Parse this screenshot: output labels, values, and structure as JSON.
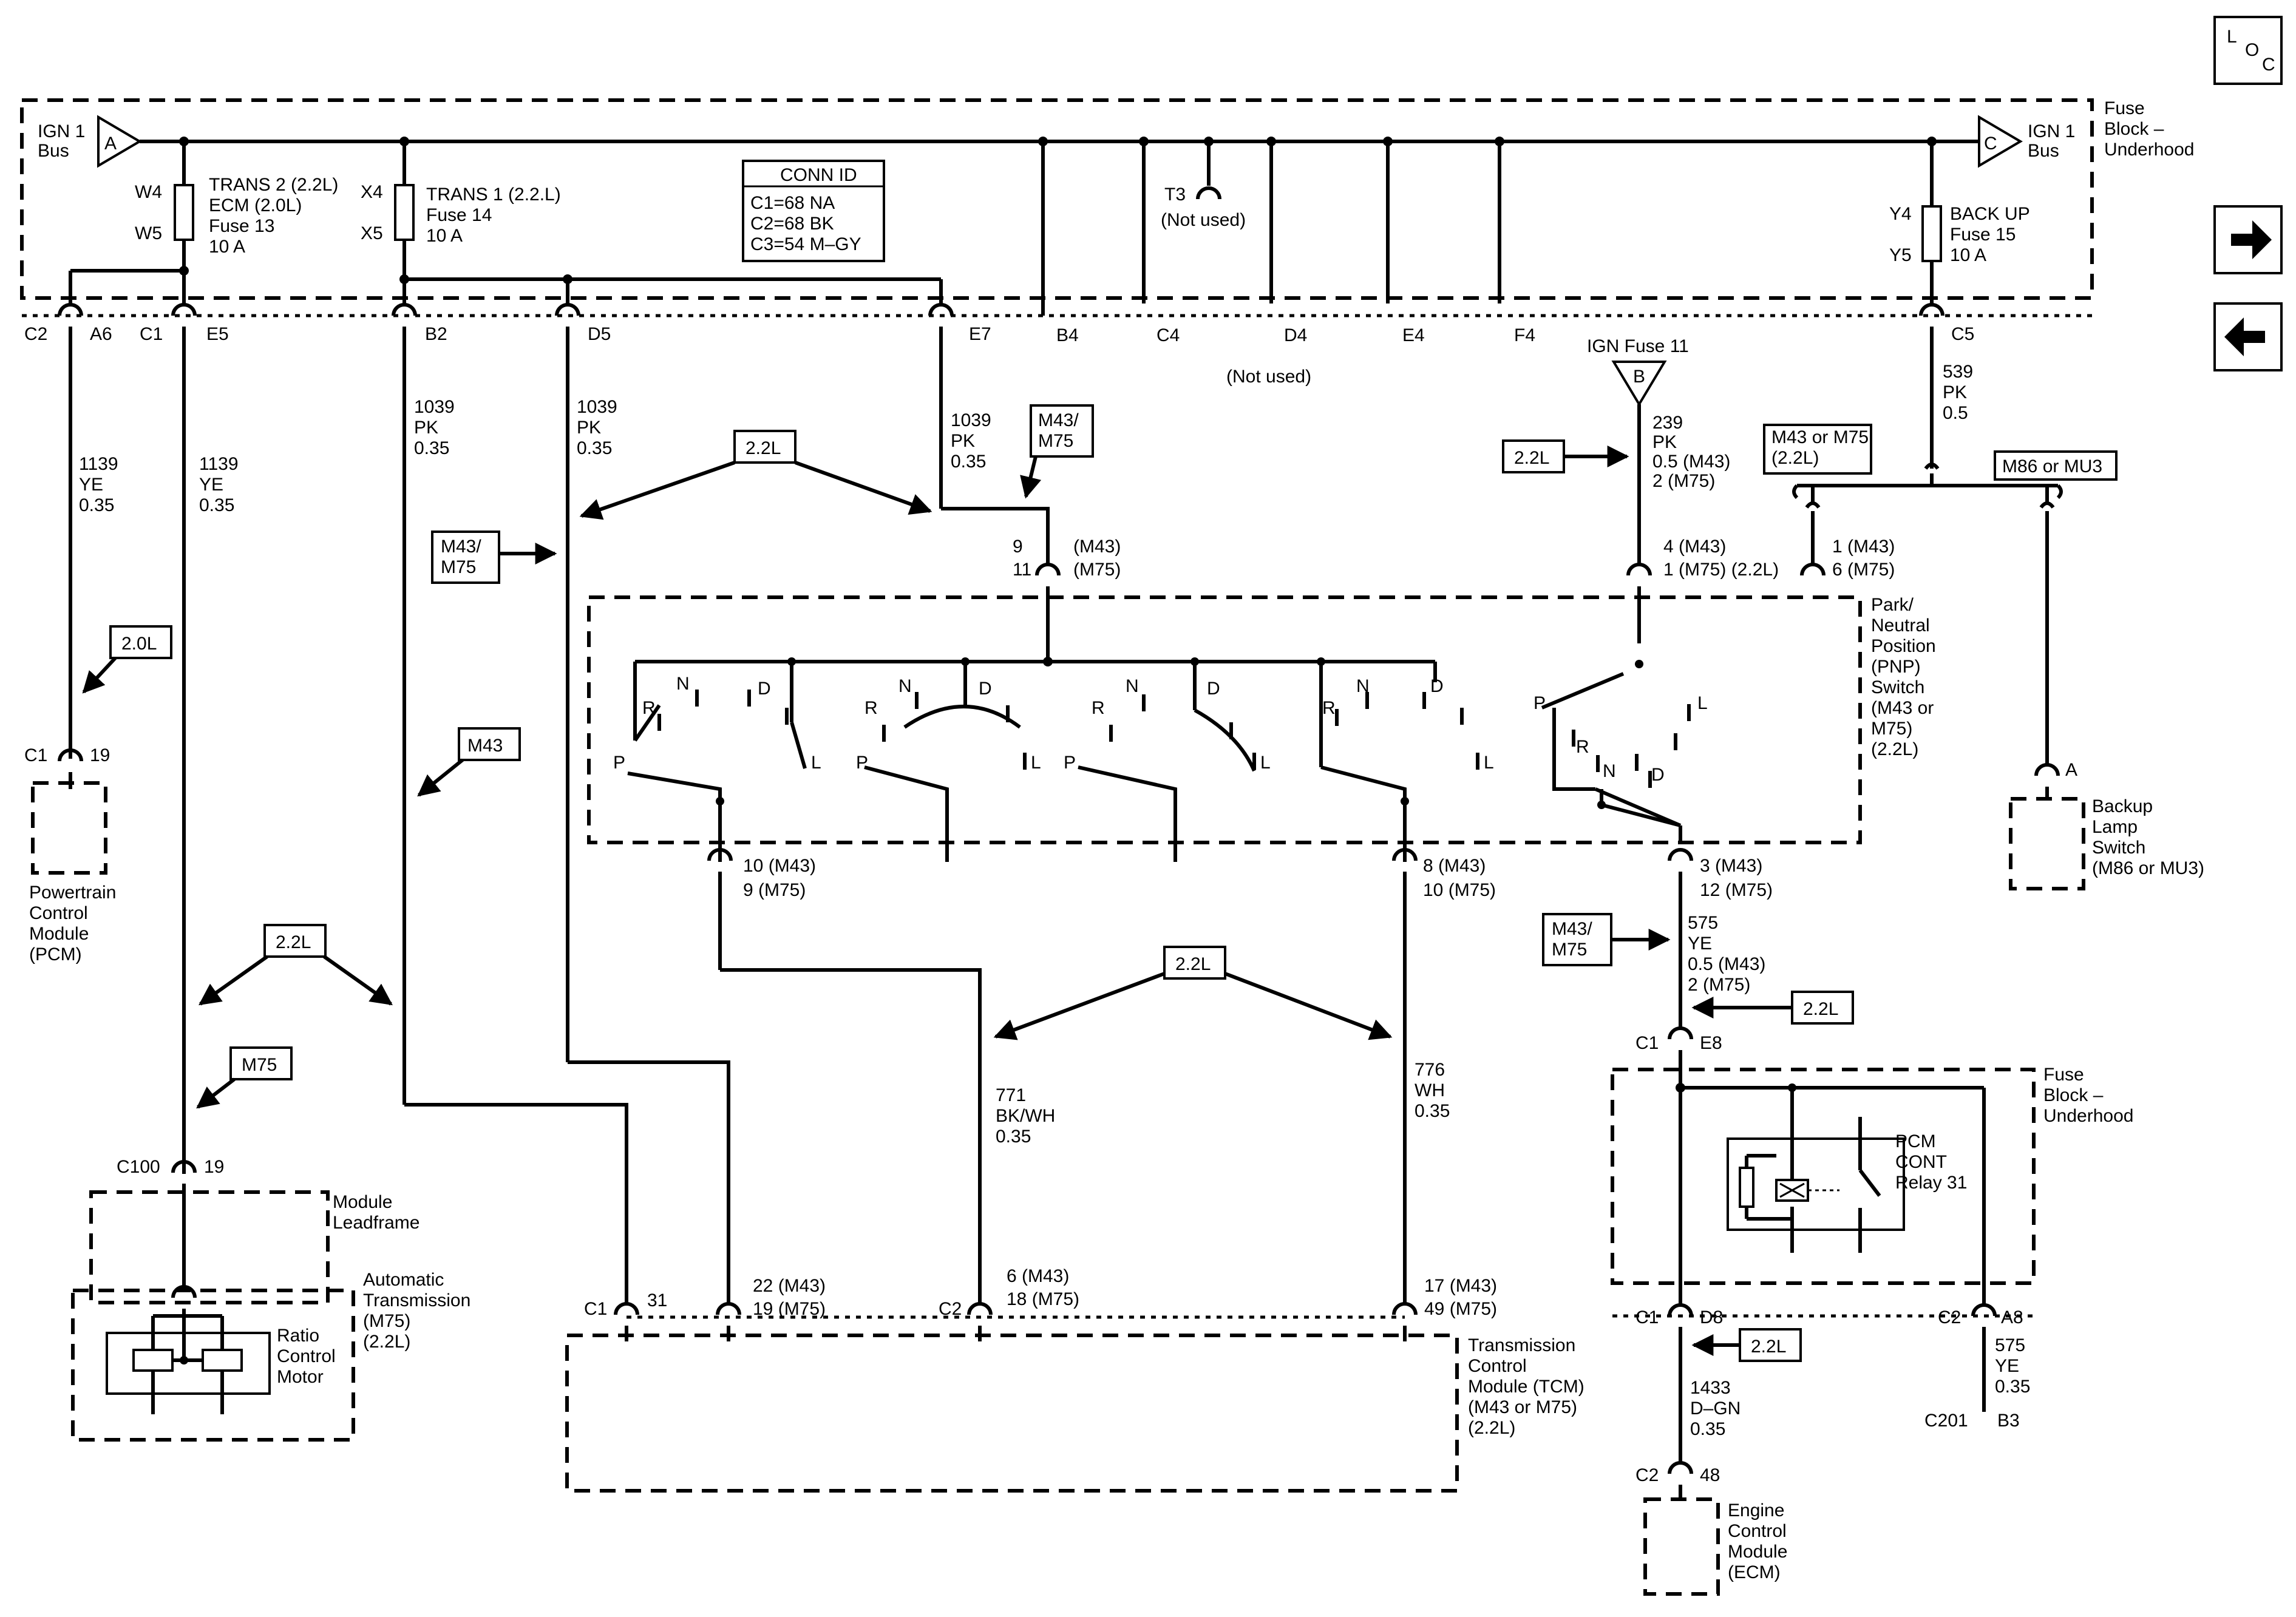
{
  "loc_icon": {
    "l": "L",
    "o": "O",
    "c": "C"
  },
  "nav": {
    "forward": "forward-arrow-icon",
    "back": "back-arrow-icon"
  },
  "fuse_block_top": {
    "title": [
      "Fuse",
      "Block –",
      "Underhood"
    ],
    "bus_left": [
      "IGN 1",
      "Bus"
    ],
    "bus_left_flag": "A",
    "bus_right": [
      "IGN 1",
      "Bus"
    ],
    "bus_right_flag": "C",
    "fuse13": {
      "pin_top": "W4",
      "pin_bot": "W5",
      "label": [
        "TRANS 2 (2.2L)",
        "ECM (2.0L)",
        "Fuse 13",
        "10 A"
      ]
    },
    "fuse14": {
      "pin_top": "X4",
      "pin_bot": "X5",
      "label": [
        "TRANS 1 (2.2.L)",
        "Fuse 14",
        "10 A"
      ]
    },
    "fuse15": {
      "pin_top": "Y4",
      "pin_bot": "Y5",
      "label": [
        "BACK UP",
        "Fuse 15",
        "10 A"
      ]
    },
    "t3": [
      "T3",
      "(Not used)"
    ],
    "conn_id": {
      "title": "CONN ID",
      "rows": [
        "C1=68 NA",
        "C2=68 BK",
        "C3=54 M–GY"
      ]
    }
  },
  "connectors_top": {
    "c2": "C2",
    "a6": "A6",
    "c1": "C1",
    "e5": "E5",
    "b2": "B2",
    "d5": "D5",
    "e7": "E7",
    "b4": "B4",
    "c4": "C4",
    "d4": "D4",
    "e4": "E4",
    "f4": "F4",
    "not_used": "(Not used)",
    "c5": "C5"
  },
  "wires": {
    "w1139a": [
      "1139",
      "YE",
      "0.35"
    ],
    "w1139b": [
      "1139",
      "YE",
      "0.35"
    ],
    "w1039a": [
      "1039",
      "PK",
      "0.35"
    ],
    "w1039b": [
      "1039",
      "PK",
      "0.35"
    ],
    "w1039c": [
      "1039",
      "PK",
      "0.35"
    ],
    "w539": [
      "539",
      "PK",
      "0.5"
    ],
    "w239": [
      "239",
      "PK",
      "0.5 (M43)",
      "2 (M75)"
    ],
    "w575a": [
      "575",
      "YE",
      "0.5 (M43)",
      "2 (M75)"
    ],
    "w771": [
      "771",
      "BK/WH",
      "0.35"
    ],
    "w776": [
      "776",
      "WH",
      "0.35"
    ],
    "w1433": [
      "1433",
      "D–GN",
      "0.35"
    ],
    "w575b": [
      "575",
      "YE",
      "0.35"
    ]
  },
  "tags": {
    "t22_top": "2.2L",
    "m43m75_a": [
      "M43/",
      "M75"
    ],
    "m43m75_b": [
      "M43/",
      "M75"
    ],
    "t20": "2.0L",
    "m43": "M43",
    "t22_mid": "2.2L",
    "m75": "M75",
    "t22_right": "2.2L",
    "t22_pnp": "2.2L",
    "m43m75_c": [
      "M43/",
      "M75"
    ],
    "t22_c1e8": "2.2L",
    "t22_d8": "2.2L",
    "m43orm75": [
      "M43 or M75",
      "(2.2L)"
    ],
    "m86mu3": "M86 or MU3"
  },
  "ign_fuse11": {
    "label": "IGN Fuse 11",
    "flag": "B"
  },
  "pnp": {
    "title": [
      "Park/",
      "Neutral",
      "Position",
      "(PNP)",
      "Switch",
      "(M43 or",
      "M75)",
      "(2.2L)"
    ],
    "pin_9_11": [
      "9",
      "11",
      "(M43)",
      "(M75)"
    ],
    "pin_4_1": [
      "4 (M43)",
      "1 (M75)  (2.2L)"
    ],
    "pin_1_6": [
      "1 (M43)",
      "6 (M75)"
    ],
    "pin_10_9": [
      "10 (M43)",
      "9 (M75)"
    ],
    "pin_8_10": [
      "8 (M43)",
      "10 (M75)"
    ],
    "pin_3_12": [
      "3 (M43)",
      "12 (M75)"
    ],
    "pos": {
      "p": "P",
      "r": "R",
      "n": "N",
      "d": "D",
      "l": "L"
    }
  },
  "pcm": {
    "conn": "C1",
    "pin": "19",
    "label": [
      "Powertrain",
      "Control",
      "Module",
      "(PCM)"
    ]
  },
  "module_leadframe": {
    "conn": "C100",
    "pin": "19",
    "label": [
      "Module",
      "Leadframe"
    ]
  },
  "auto_trans": {
    "label": [
      "Automatic",
      "Transmission",
      "(M75)",
      "(2.2L)"
    ],
    "motor": [
      "Ratio",
      "Control",
      "Motor"
    ]
  },
  "tcm": {
    "label": [
      "Transmission",
      "Control",
      "Module (TCM)",
      "(M43 or M75)",
      "(2.2L)"
    ],
    "c1": "C1",
    "p31": "31",
    "p22": [
      "22 (M43)",
      "19 (M75)"
    ],
    "c2": "C2",
    "p6": [
      "6 (M43)",
      "18 (M75)"
    ],
    "p17": [
      "17 (M43)",
      "49 (M75)"
    ]
  },
  "fuse_block_bottom": {
    "title": [
      "Fuse",
      "Block –",
      "Underhood"
    ],
    "c1": "C1",
    "e8": "E8",
    "relay": [
      "PCM",
      "CONT",
      "Relay 31"
    ],
    "c1b": "C1",
    "d8": "D8",
    "c2": "C2",
    "a8": "A8"
  },
  "c201": {
    "conn": "C201",
    "pin": "B3"
  },
  "ecm": {
    "conn": "C2",
    "pin": "48",
    "label": [
      "Engine",
      "Control",
      "Module",
      "(ECM)"
    ]
  },
  "backup_lamp": {
    "pin": "A",
    "label": [
      "Backup",
      "Lamp",
      "Switch",
      "(M86 or MU3)"
    ]
  }
}
